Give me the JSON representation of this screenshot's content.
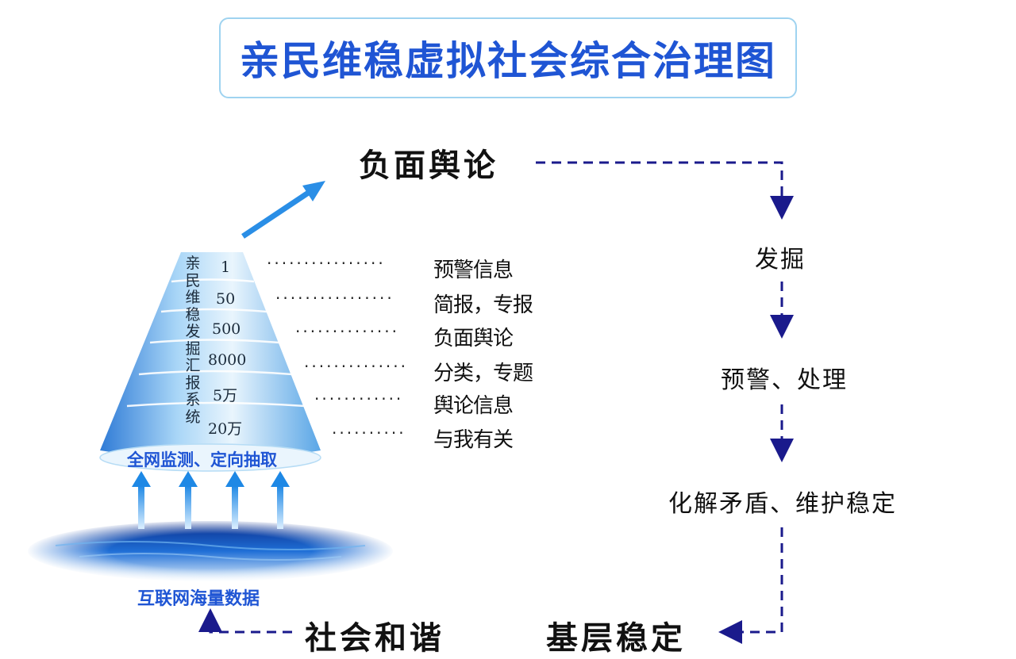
{
  "title": "亲民维稳虚拟社会综合治理图",
  "flow": {
    "top_label": "负面舆论",
    "step1": "发掘",
    "step2": "预警、处理",
    "step3": "化解矛盾、维护稳定",
    "bottom_right": "基层稳定",
    "bottom_left": "社会和谐"
  },
  "cone": {
    "vertical_label": [
      "亲",
      "民",
      "维",
      "稳",
      "发",
      "掘",
      "汇",
      "报",
      "系",
      "统"
    ],
    "levels": [
      "1",
      "50",
      "500",
      "8000",
      "5万",
      "20万"
    ],
    "base_label": "全网监测、定向抽取"
  },
  "rows": [
    {
      "dots": "················",
      "label": "预警信息"
    },
    {
      "dots": "················",
      "label": "简报，专报"
    },
    {
      "dots": "··············",
      "label": "负面舆论"
    },
    {
      "dots": "··············",
      "label": "分类，专题"
    },
    {
      "dots": "············",
      "label": "舆论信息"
    },
    {
      "dots": "··········",
      "label": "与我有关"
    }
  ],
  "water_label": "互联网海量数据",
  "colors": {
    "title_text": "#1f55d4",
    "title_border": "#9fd3f0",
    "dash_line": "#1a1a8c",
    "cone_blue": "#3f8fe0",
    "arrow_blue": "#1e88e5"
  }
}
